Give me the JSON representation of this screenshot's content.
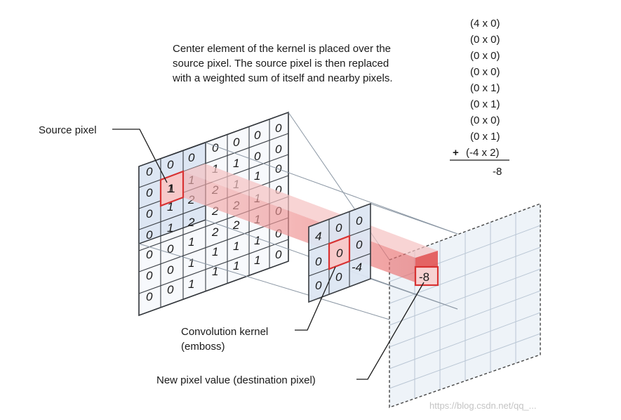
{
  "caption": {
    "lines": [
      "Center element of the kernel is placed over the",
      "source pixel. The source pixel is then replaced",
      "with a weighted sum of itself and nearby pixels."
    ]
  },
  "calculation": {
    "terms": [
      "(4 x 0)",
      "(0 x 0)",
      "(0 x 0)",
      "(0 x 0)",
      "(0 x 1)",
      "(0 x 1)",
      "(0 x 0)",
      "(0 x 1)",
      "(-4 x 2)"
    ],
    "plus_sign": "+",
    "result": "-8"
  },
  "labels": {
    "source_pixel": "Source pixel",
    "kernel_line1": "Convolution kernel",
    "kernel_line2": "(emboss)",
    "destination": "New pixel value (destination pixel)"
  },
  "source_grid": {
    "front_rows": [
      [
        "0",
        "0",
        "0"
      ],
      [
        "0",
        "1",
        "1"
      ],
      [
        "0",
        "1",
        "2"
      ],
      [
        "0",
        "1",
        "2"
      ],
      [
        "0",
        "0",
        "1"
      ],
      [
        "0",
        "0",
        "1"
      ],
      [
        "0",
        "0",
        "1"
      ]
    ],
    "back_rows": [
      [
        "0",
        "0",
        "0",
        "0"
      ],
      [
        "1",
        "1",
        "0",
        "0"
      ],
      [
        "2",
        "1",
        "1",
        "0"
      ],
      [
        "2",
        "2",
        "1",
        "0"
      ],
      [
        "2",
        "2",
        "1",
        "0"
      ],
      [
        "1",
        "1",
        "1",
        "0"
      ],
      [
        "1",
        "1",
        "1",
        "0"
      ]
    ]
  },
  "kernel": {
    "values": [
      [
        "4",
        "0",
        "0"
      ],
      [
        "0",
        "0",
        "0"
      ],
      [
        "0",
        "0",
        "-4"
      ]
    ]
  },
  "destination": {
    "value": "-8"
  },
  "watermark": "https://blog.csdn.net/qq_...",
  "colors": {
    "highlight": "#e03a3a",
    "beam": "#f2a8a8",
    "grid_blue": "#dfe8f4",
    "grid_line": "#33373d",
    "dest_fill": "#eef3f8"
  }
}
